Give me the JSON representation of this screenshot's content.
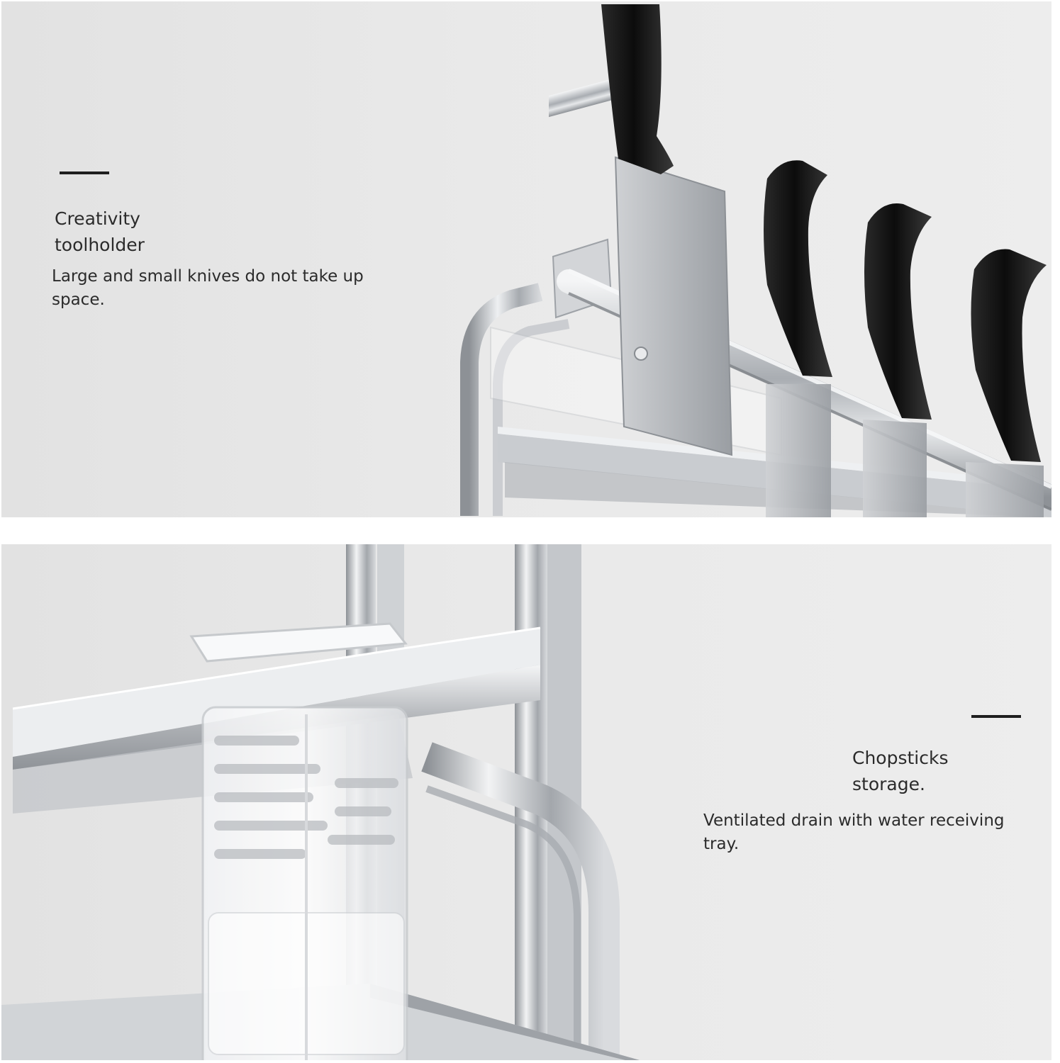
{
  "feature_top": {
    "title_lines": [
      "Creativity",
      "toolholder"
    ],
    "desc_lines": [
      "Large and small knives do not take up",
      "space."
    ]
  },
  "feature_bottom": {
    "title_lines": [
      "Chopsticks",
      "storage."
    ],
    "desc_lines": [
      "Ventilated drain with water receiving",
      "tray."
    ]
  },
  "colors": {
    "accent": "#1e1e1e",
    "background": "#e8e8e8",
    "steel": "#b9bcc0",
    "handle": "#111111"
  }
}
